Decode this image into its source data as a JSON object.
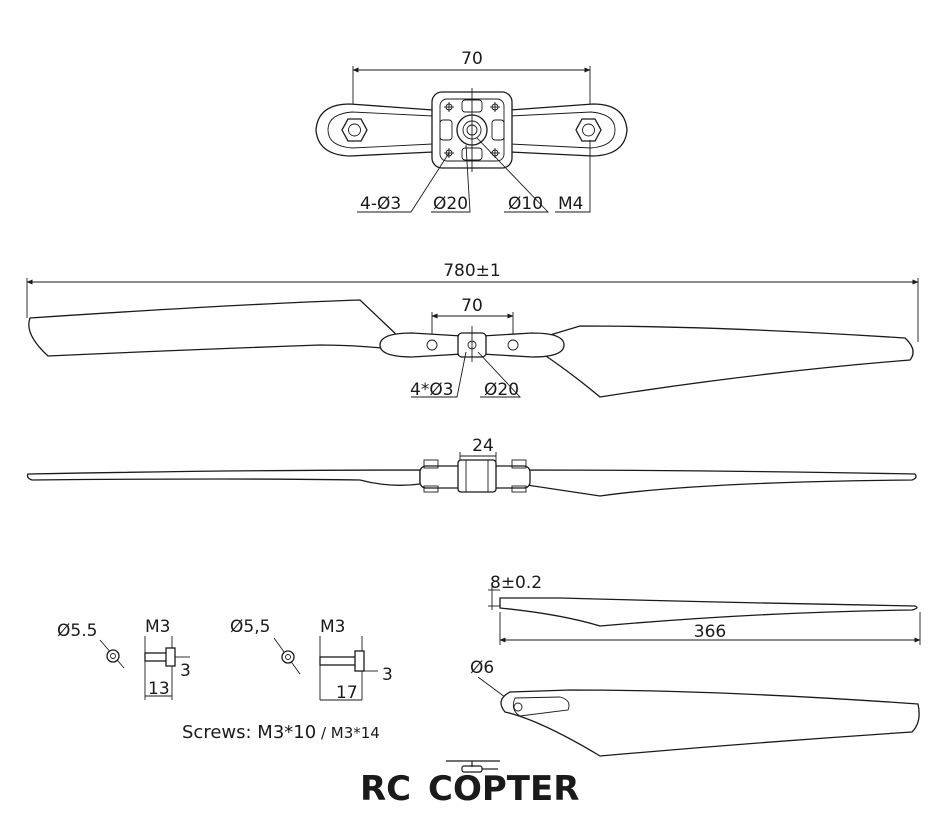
{
  "top_view": {
    "dim_width": "70",
    "label_holes": "4-Ø3",
    "label_outer": "Ø20",
    "label_inner": "Ø10",
    "label_thread": "M4"
  },
  "full_view": {
    "dim_length": "780±1",
    "dim_hub": "70",
    "label_holes": "4*Ø3",
    "label_outer": "Ø20"
  },
  "side_view": {
    "dim_hub_height": "24"
  },
  "blade_detail": {
    "dim_thickness": "8±0.2",
    "dim_length": "366",
    "label_hole": "Ø6"
  },
  "screw_a": {
    "head_dia": "Ø5.5",
    "thread": "M3",
    "length": "13",
    "head_height": "3"
  },
  "screw_b": {
    "head_dia": "Ø5,5",
    "thread": "M3",
    "length": "17",
    "head_height": "3"
  },
  "screws_caption": {
    "main": "Screws: M3*10",
    "separator": " / ",
    "alt": "M3*14"
  },
  "logo": {
    "rc": "RC",
    "copter": "COPTER",
    "rc_color": "#3b9ad9",
    "copter_color": "#1a1a1a"
  }
}
